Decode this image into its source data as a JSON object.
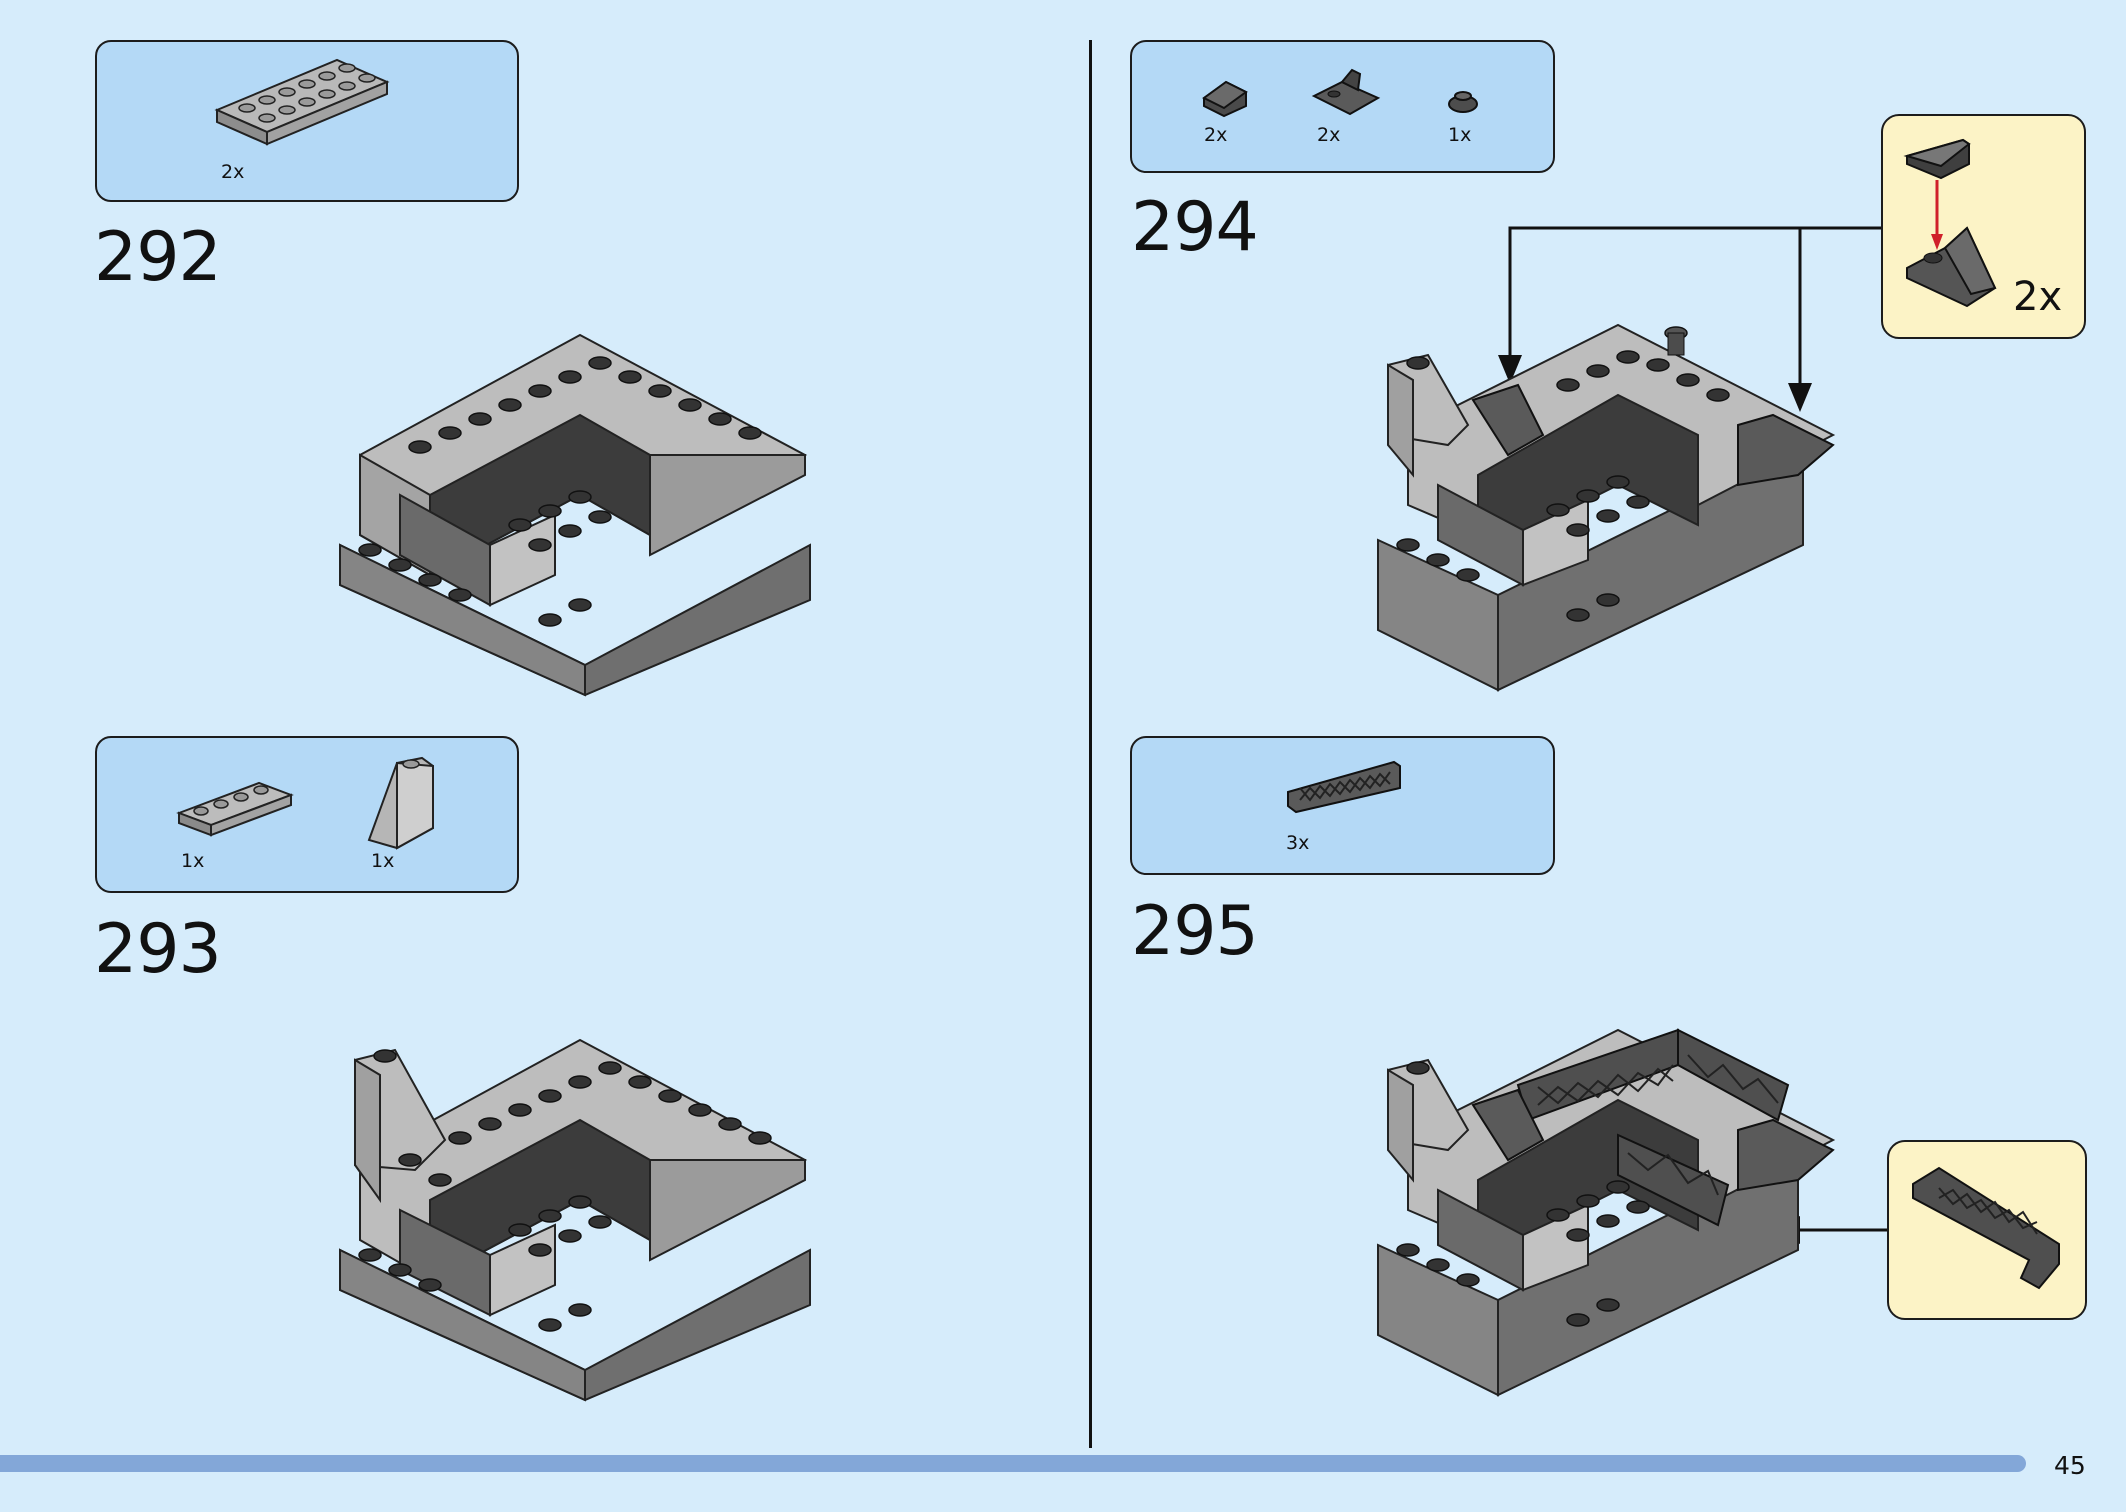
{
  "page": {
    "number": "45"
  },
  "steps": [
    {
      "number": "292",
      "parts": [
        {
          "name": "plate-2x6-light-gray",
          "qty": "2x"
        }
      ]
    },
    {
      "number": "293",
      "parts": [
        {
          "name": "plate-1x4-light-gray",
          "qty": "1x"
        },
        {
          "name": "slope-brick-light-gray",
          "qty": "1x"
        }
      ]
    },
    {
      "number": "294",
      "parts": [
        {
          "name": "slope-tile-dark-gray",
          "qty": "2x"
        },
        {
          "name": "bracket-plate-dark-gray",
          "qty": "2x"
        },
        {
          "name": "round-plate-dark-gray",
          "qty": "1x"
        }
      ],
      "callout": {
        "qty": "2x"
      }
    },
    {
      "number": "295",
      "parts": [
        {
          "name": "fence-lattice-dark-gray",
          "qty": "3x"
        }
      ]
    }
  ],
  "colors": {
    "background": "#d6ecfb",
    "parts_box": "#b4d9f6",
    "callout": "#fcf3c6",
    "footer_bar": "#83a7d8",
    "arrow_red": "#d0202a"
  }
}
